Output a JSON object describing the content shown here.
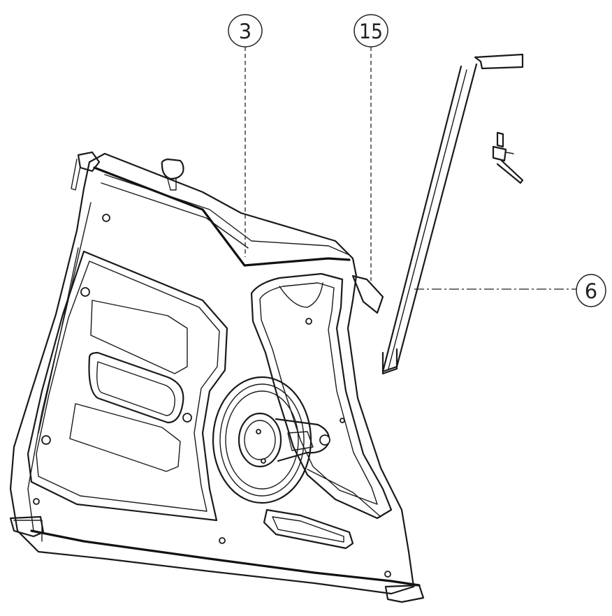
{
  "callouts": [
    {
      "id": "part-3",
      "label": "3"
    },
    {
      "id": "part-15",
      "label": "15"
    },
    {
      "id": "part-6",
      "label": "6"
    }
  ],
  "colors": {
    "line": "#1a1a1a",
    "background": "#ffffff"
  }
}
